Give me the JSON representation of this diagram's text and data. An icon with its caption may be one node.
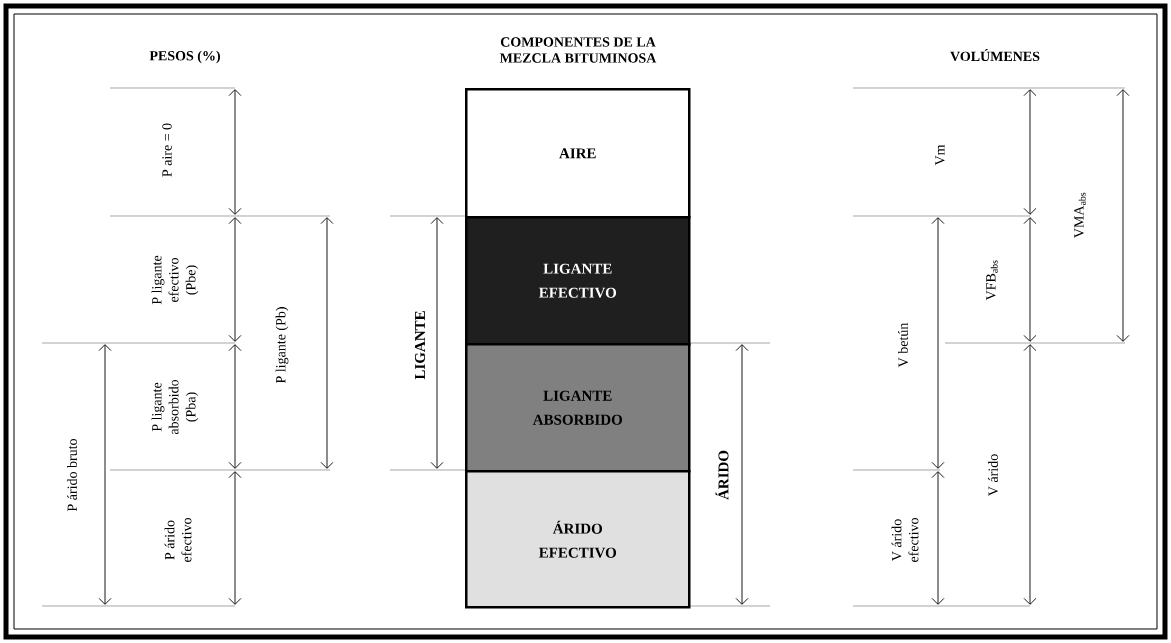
{
  "diagram": {
    "nodes": [
      {
        "text": [
          "AIRE"
        ]
      },
      {
        "text": [
          "LIGANTE EFECTIVO"
        ]
      },
      {
        "text": [
          "LIGANTE ABSORBIDO"
        ]
      },
      {
        "text": [
          "ÁRIDO EFECTIVO"
        ]
      }
    ],
    "labels": [
      "PESOS (%)",
      "COMPONENTES DE LA MEZCLA BITUMINOSA",
      "VOLÚMENES",
      "P aire = 0",
      "Vm",
      "VMA$_{abs}$",
      "P ligante efectivo (Pbe)",
      "VFB$_{abs}$",
      "P ligante (Pb)",
      "LIGANTE",
      "V betún",
      "P ligante absorbido (Pba)",
      "P árido bruto",
      "ÁRIDO",
      "V árido",
      "P árido efectivo",
      "V árido efectivo"
    ]
  }
}
